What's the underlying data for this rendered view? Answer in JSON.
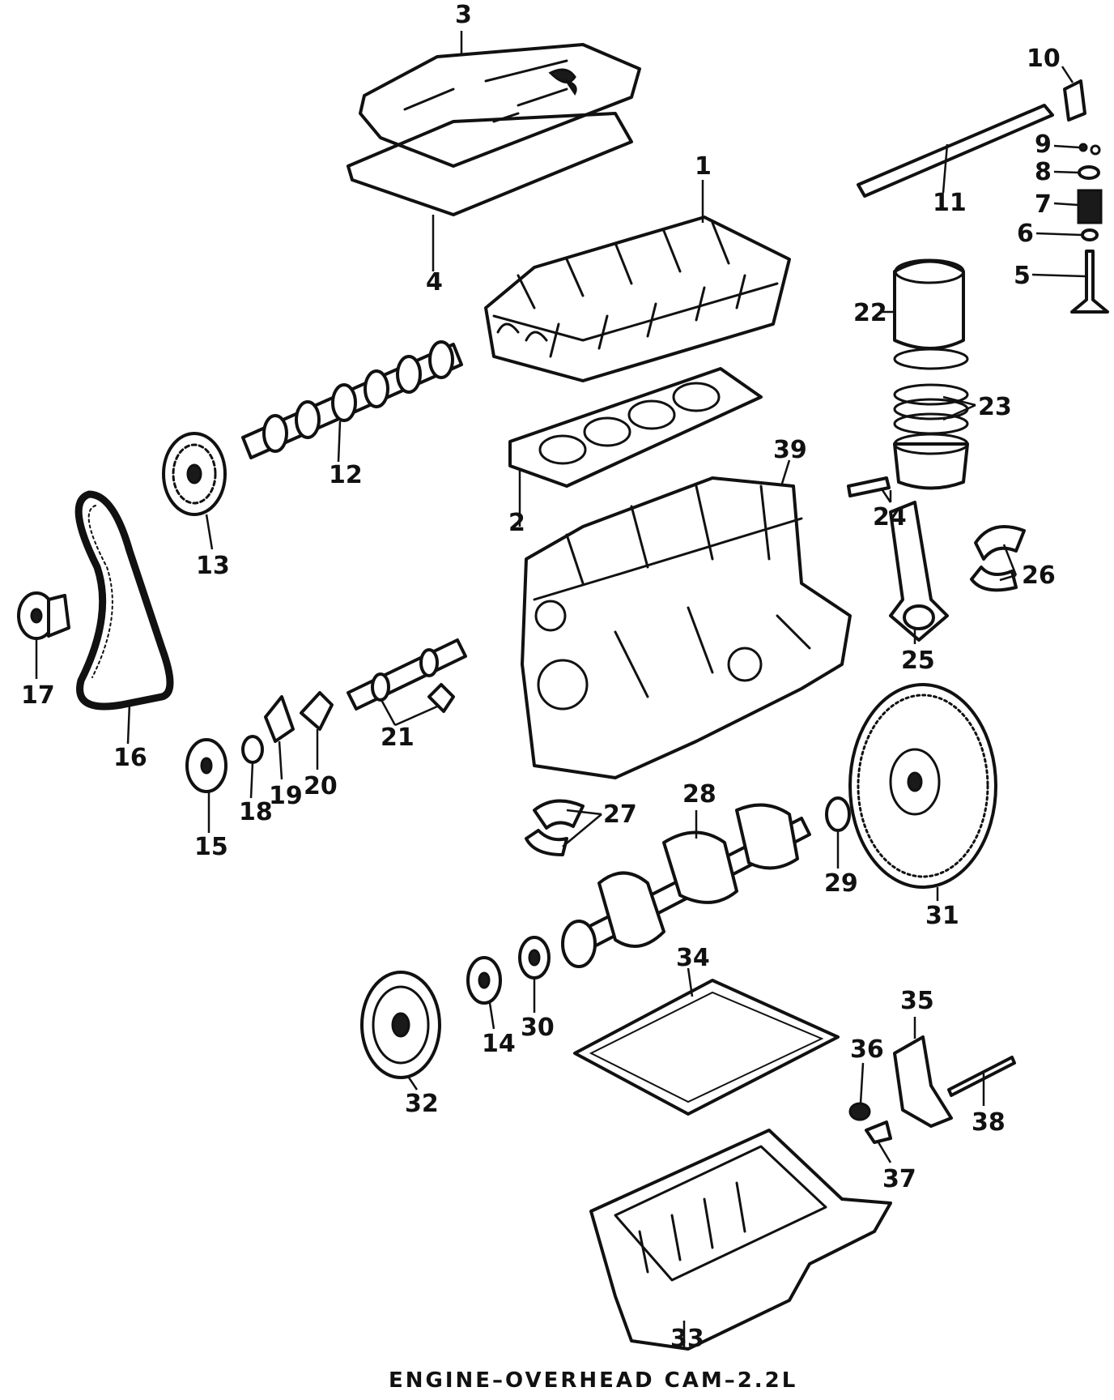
{
  "caption": "ENGINE–OVERHEAD CAM–2.2L",
  "callouts": {
    "c1": "1",
    "c2": "2",
    "c3": "3",
    "c4": "4",
    "c5": "5",
    "c6": "6",
    "c7": "7",
    "c8": "8",
    "c9": "9",
    "c10": "10",
    "c11": "11",
    "c12": "12",
    "c13": "13",
    "c14": "14",
    "c15": "15",
    "c16": "16",
    "c17": "17",
    "c18": "18",
    "c19": "19",
    "c20": "20",
    "c21": "21",
    "c22": "22",
    "c23": "23",
    "c24": "24",
    "c25": "25",
    "c26": "26",
    "c27": "27",
    "c28": "28",
    "c29": "29",
    "c30": "30",
    "c31": "31",
    "c32": "32",
    "c33": "33",
    "c34": "34",
    "c35": "35",
    "c36": "36",
    "c37": "37",
    "c38": "38",
    "c39": "39"
  }
}
